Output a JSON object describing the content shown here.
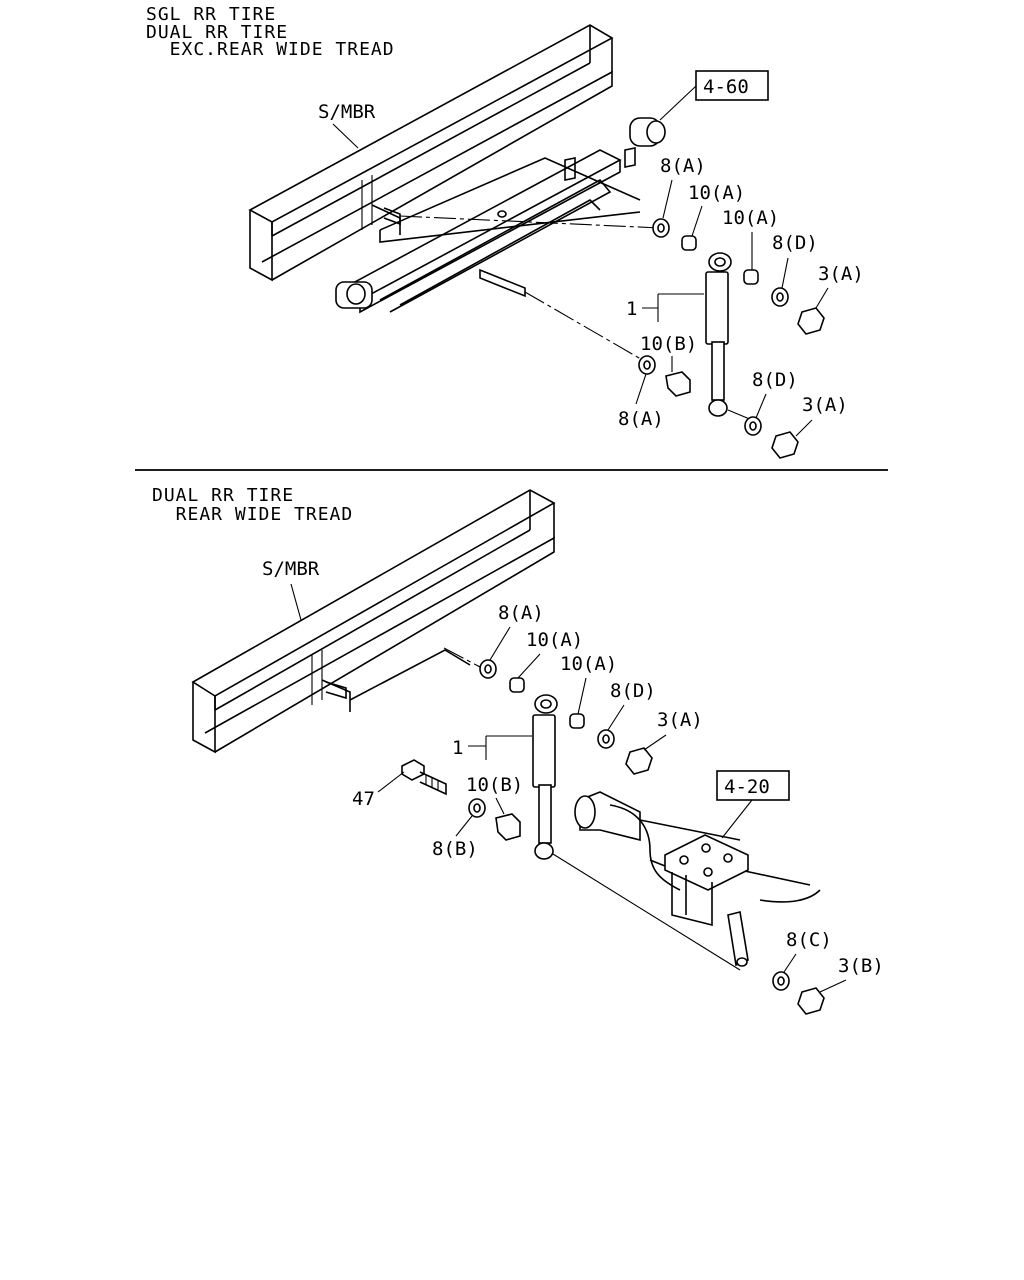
{
  "sections": [
    {
      "id": "top",
      "heading": [
        "SGL RR TIRE",
        "DUAL RR TIRE",
        "  EXC.REAR WIDE TREAD"
      ],
      "member_label": "S/MBR",
      "ref_box": "4-60",
      "callouts": [
        "8(A)",
        "10(A)",
        "10(A)",
        "8(D)",
        "3(A)",
        "1",
        "10(B)",
        "8(A)",
        "8(D)",
        "3(A)"
      ]
    },
    {
      "id": "bottom",
      "heading": [
        "DUAL RR TIRE",
        "  REAR WIDE TREAD"
      ],
      "member_label": "S/MBR",
      "ref_box": "4-20",
      "callouts": [
        "8(A)",
        "10(A)",
        "10(A)",
        "8(D)",
        "3(A)",
        "1",
        "47",
        "10(B)",
        "8(B)",
        "8(C)",
        "3(B)"
      ]
    }
  ]
}
